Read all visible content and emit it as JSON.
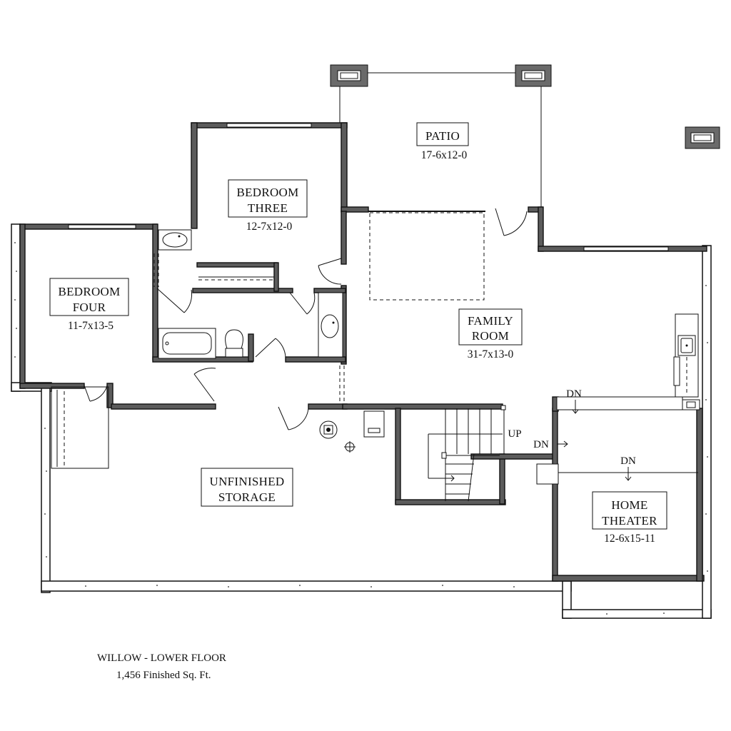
{
  "plan": {
    "title": "WILLOW - LOWER FLOOR",
    "area": "1,456 Finished Sq. Ft."
  },
  "rooms": {
    "patio": {
      "name": "PATIO",
      "dims": "17-6x12-0"
    },
    "bedroom_three": {
      "name_line1": "BEDROOM",
      "name_line2": "THREE",
      "dims": "12-7x12-0"
    },
    "bedroom_four": {
      "name_line1": "BEDROOM",
      "name_line2": "FOUR",
      "dims": "11-7x13-5"
    },
    "family_room": {
      "name_line1": "FAMILY",
      "name_line2": "ROOM",
      "dims": "31-7x13-0"
    },
    "unfinished_storage": {
      "name_line1": "UNFINISHED",
      "name_line2": "STORAGE"
    },
    "home_theater": {
      "name_line1": "HOME",
      "name_line2": "THEATER",
      "dims": "12-6x15-11"
    }
  },
  "stair_marks": {
    "up": "UP",
    "dn": "DN"
  }
}
